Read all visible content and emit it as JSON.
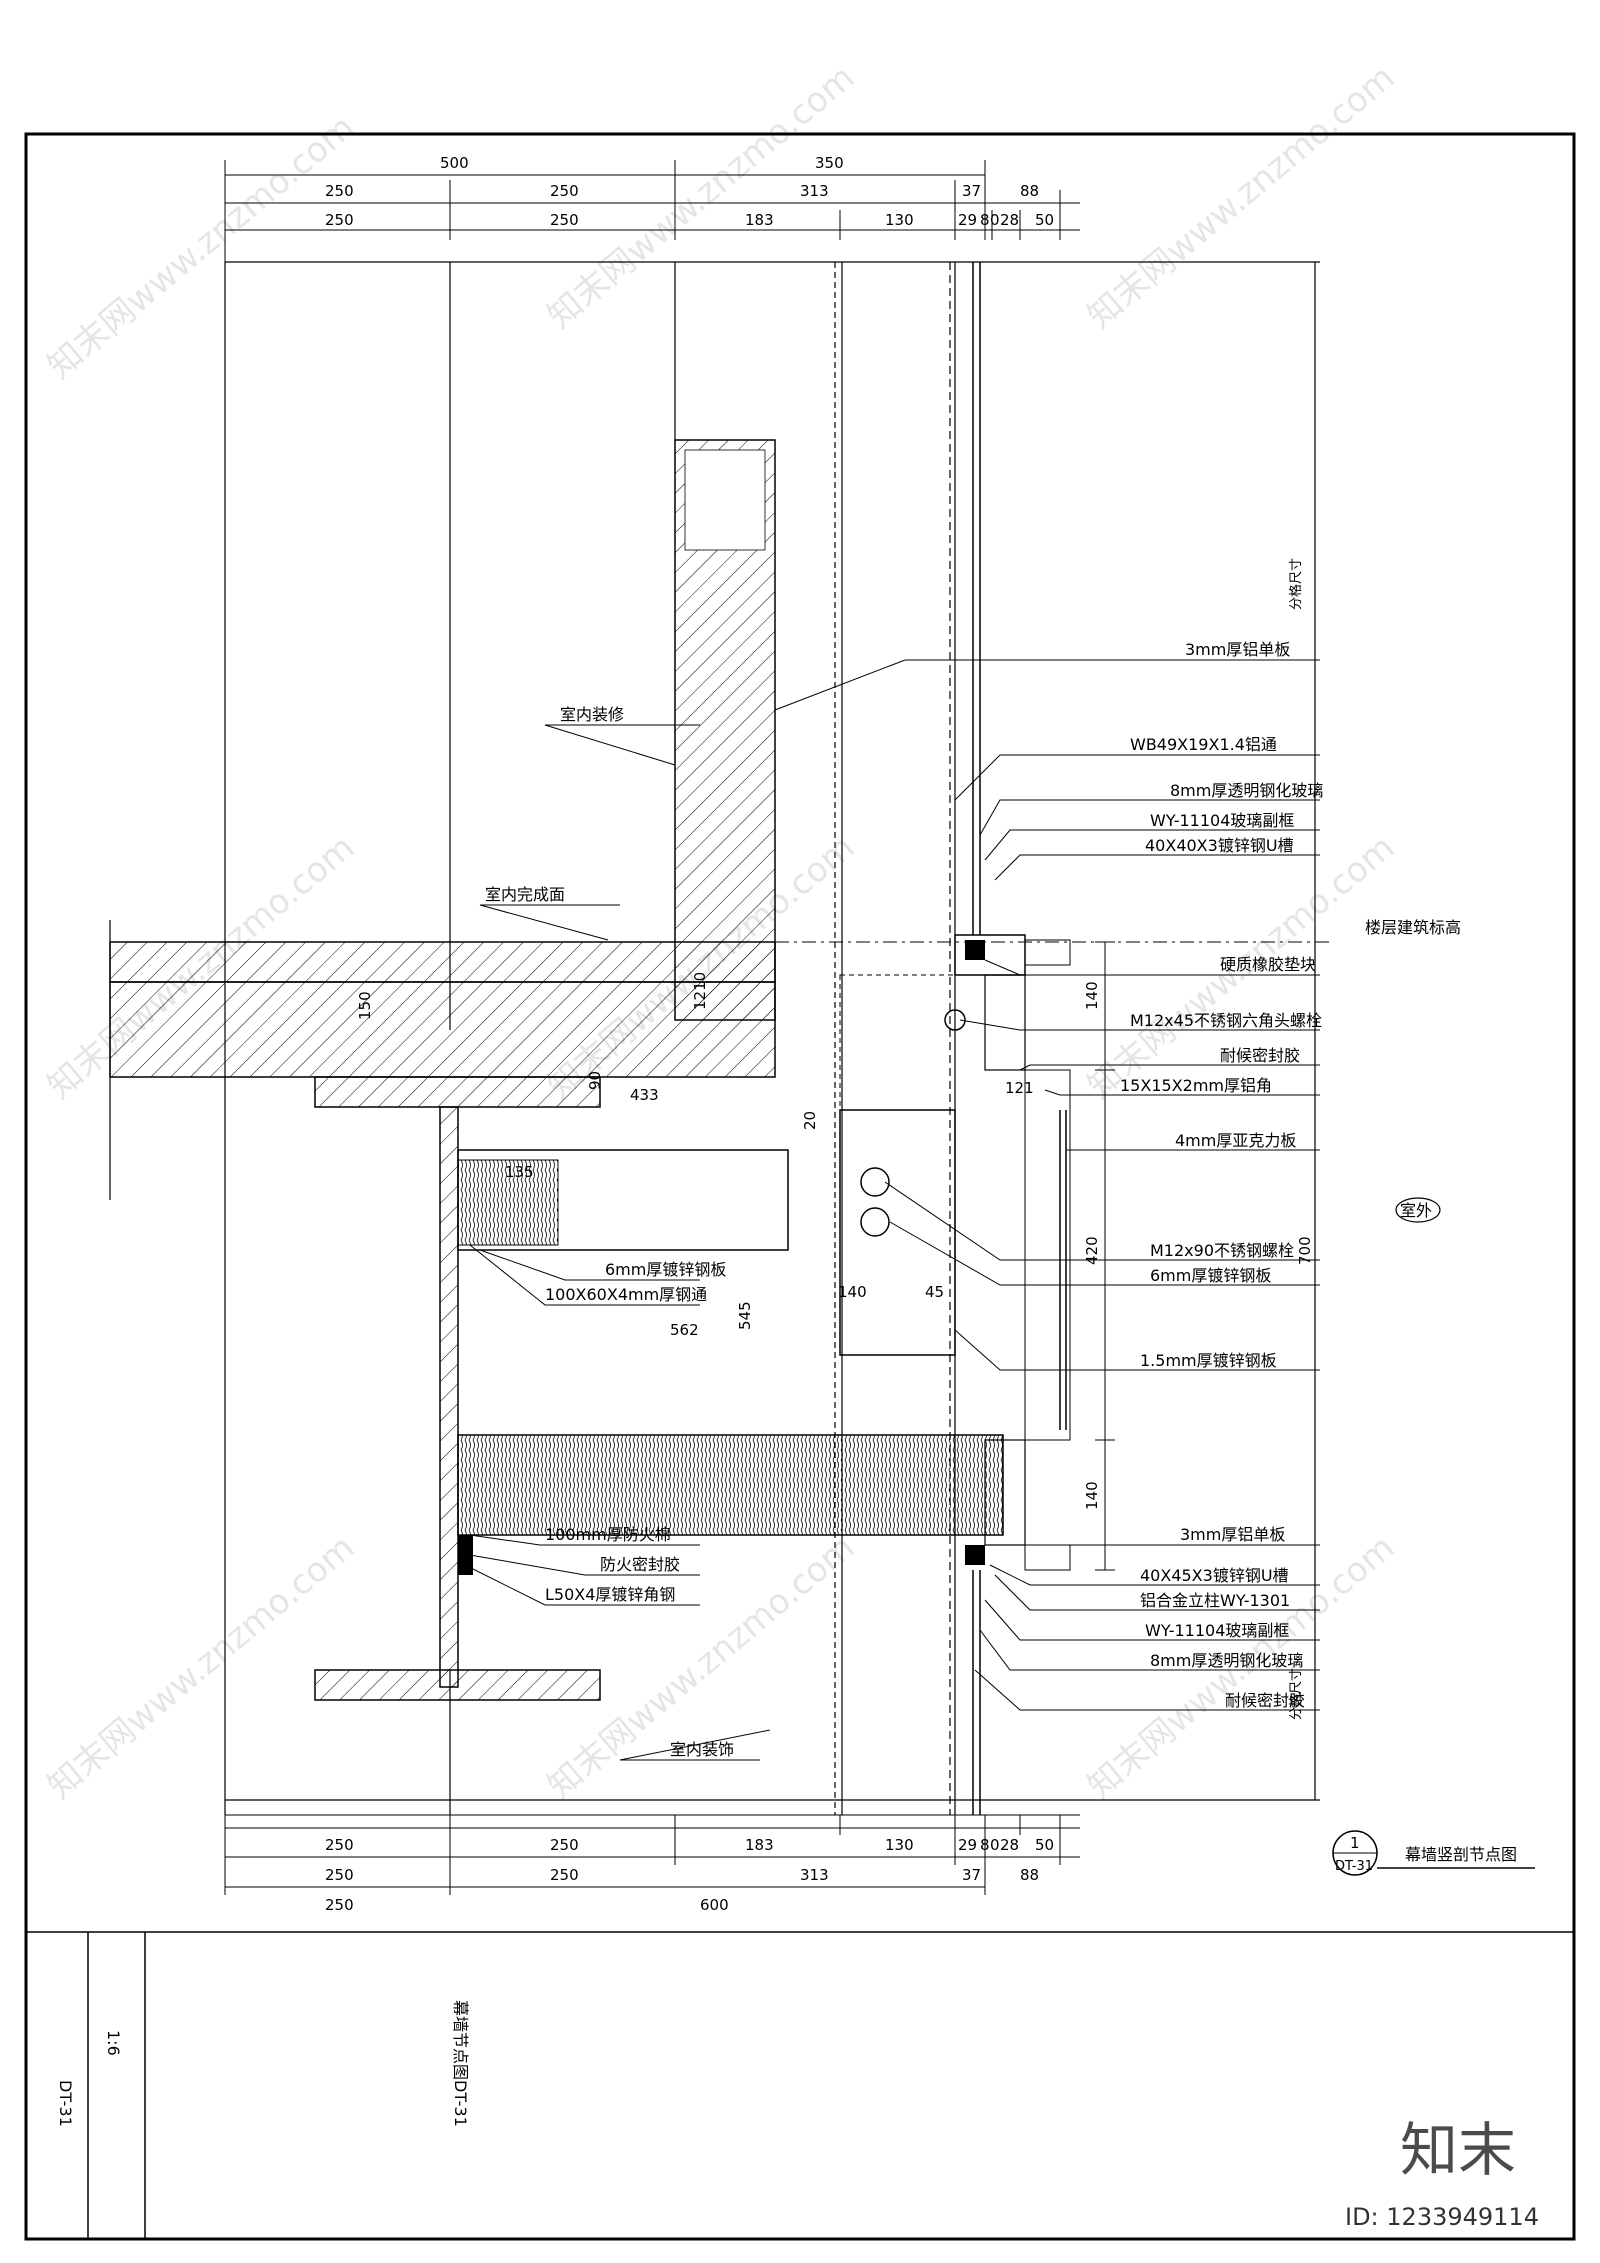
{
  "drawing": {
    "sheet_code": "DT-31",
    "scale": "1:6",
    "sheet_title": "幕墙节点图DT-31",
    "detail_number": "1",
    "detail_ref": "DT-31",
    "detail_title": "幕墙竖剖节点图",
    "outside_label": "室外"
  },
  "dims": {
    "top": {
      "row1": [
        "500",
        "350"
      ],
      "row2": [
        "250",
        "250",
        "313",
        "37",
        "88"
      ],
      "row3": [
        "250",
        "250",
        "183",
        "130",
        "29",
        "8",
        "0",
        "28",
        "50"
      ]
    },
    "bottom": {
      "row1": [
        "250",
        "250",
        "183",
        "130",
        "29",
        "8",
        "0",
        "28",
        "50"
      ],
      "row2": [
        "250",
        "250",
        "313",
        "37",
        "88"
      ],
      "row3": [
        "250",
        "600"
      ]
    },
    "right": [
      "分格尺寸",
      "140",
      "420",
      "700",
      "140",
      "分格尺寸"
    ],
    "internal": [
      "150",
      "1210",
      "433",
      "90",
      "20",
      "135",
      "562",
      "545",
      "140",
      "45",
      "121"
    ]
  },
  "callouts": {
    "right": [
      "3mm厚铝单板",
      "WB49X19X1.4铝通",
      "8mm厚透明钢化玻璃",
      "WY-11104玻璃副框",
      "40X40X3镀锌钢U槽",
      "楼层建筑标高",
      "硬质橡胶垫块",
      "M12x45不锈钢六角头螺栓",
      "耐候密封胶",
      "15X15X2mm厚铝角",
      "4mm厚亚克力板",
      "M12x90不锈钢螺栓",
      "6mm厚镀锌钢板",
      "1.5mm厚镀锌钢板",
      "3mm厚铝单板",
      "40X45X3镀锌钢U槽",
      "铝合金立柱WY-1301",
      "WY-11104玻璃副框",
      "8mm厚透明钢化玻璃",
      "耐候密封胶"
    ],
    "left": [
      "室内装修",
      "室内完成面",
      "6mm厚镀锌钢板",
      "100X60X4mm厚钢通",
      "100mm厚防火棉",
      "防火密封胶",
      "L50X4厚镀锌角钢",
      "室内装饰"
    ]
  },
  "watermark": {
    "logo": "知末",
    "id_text": "ID: 1233949114"
  }
}
